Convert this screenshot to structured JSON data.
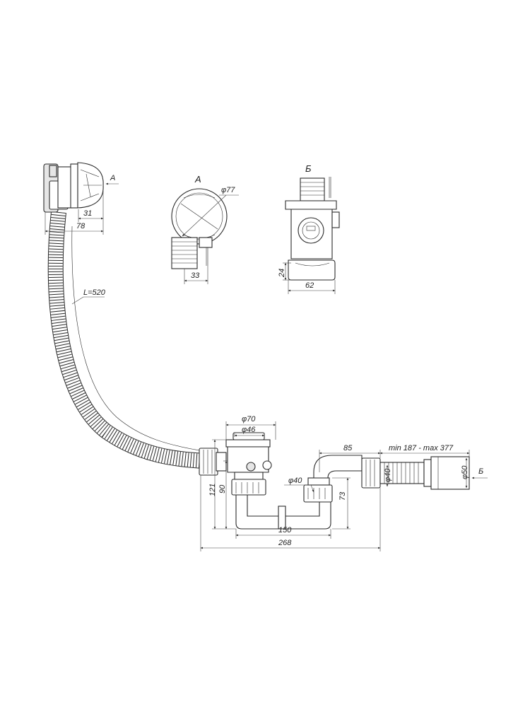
{
  "views": {
    "view_a_mark": "A",
    "view_b_mark": "Б",
    "view_a_title": "A",
    "view_b_title": "Б"
  },
  "dimensions": {
    "d31": "31",
    "d78": "78",
    "hose_length": "L=520",
    "phi77": "φ77",
    "d33": "33",
    "d24": "24",
    "d62": "62",
    "phi70": "φ70",
    "phi46": "φ46",
    "d85": "85",
    "min_max": "min 187 - max 377",
    "phi40_a": "φ40",
    "phi40_b": "φ40",
    "phi50": "φ50",
    "d121": "121",
    "d90": "90",
    "d73": "73",
    "d150": "150",
    "d268": "268"
  },
  "colors": {
    "line": "#2a2a2a",
    "fill_grey": "#e6e6e6"
  }
}
